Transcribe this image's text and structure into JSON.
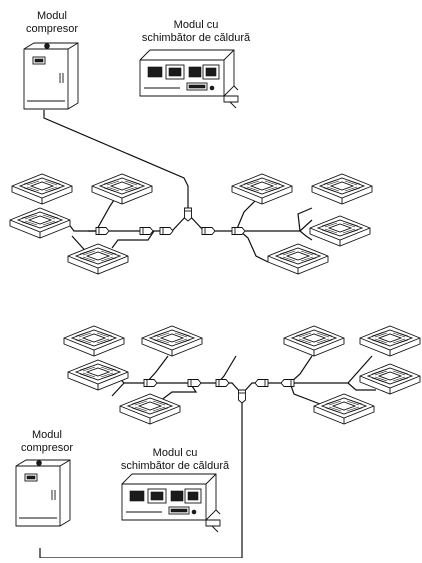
{
  "diagram_1": {
    "compressor_label": [
      "Modul",
      "compresor"
    ],
    "heat_exchanger_label": [
      "Modul cu",
      "schimbător de căldură"
    ]
  },
  "diagram_2": {
    "compressor_label": [
      "Modul",
      "compresor"
    ],
    "heat_exchanger_label": [
      "Modul cu",
      "schimbător de căldură"
    ]
  },
  "icons": {
    "indoor_unit": "cassette-indoor-unit-icon",
    "branch_joint": "refrigerant-branch-joint-icon",
    "compressor": "compressor-module-icon",
    "heat_exchanger": "heat-exchanger-module-icon"
  }
}
